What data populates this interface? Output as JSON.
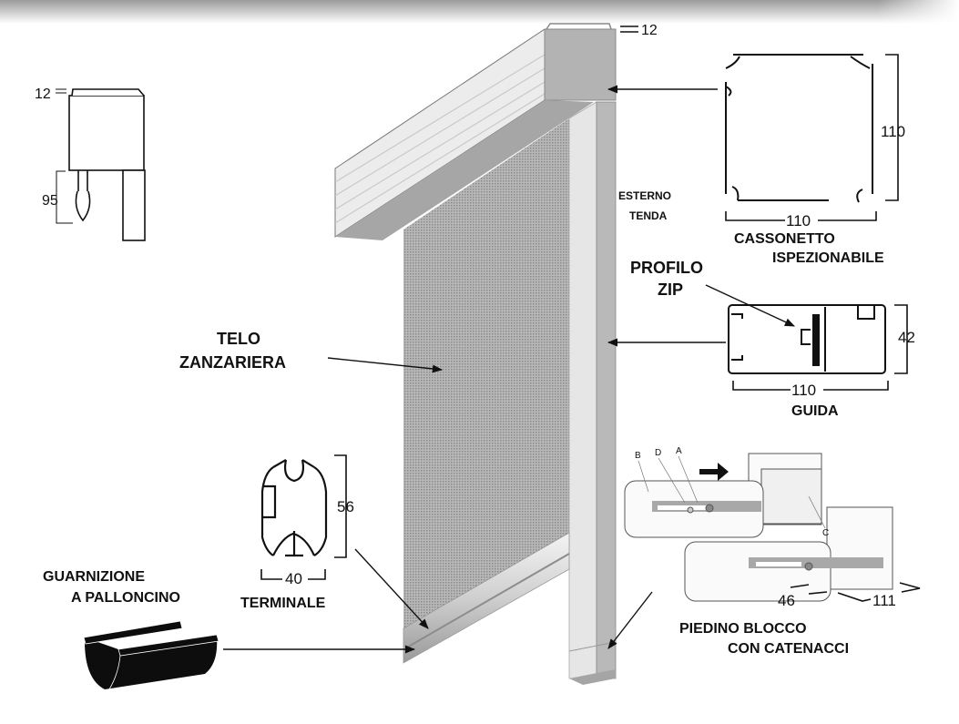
{
  "diagram": {
    "type": "technical product diagram",
    "subject": "zip roller mosquito screen assembly",
    "colors": {
      "line": "#111111",
      "frame_light": "#ececec",
      "frame_mid": "#c8c8c8",
      "frame_dark": "#a9a9a9",
      "mesh": "#9e9e9e"
    },
    "side_section": {
      "dim_top": "12",
      "dim_height": "95"
    },
    "box_top_dim": "12",
    "labels": {
      "esterno_tenda_1": "ESTERNO",
      "esterno_tenda_2": "TENDA",
      "telo_1": "TELO",
      "telo_2": "ZANZARIERA",
      "profilo_1": "PROFILO",
      "profilo_2": "ZIP",
      "guarnizione_1": "GUARNIZIONE",
      "guarnizione_2": "A PALLONCINO",
      "terminale": "TERMINALE",
      "cassonetto_1": "CASSONETTO",
      "cassonetto_2": "ISPEZIONABILE",
      "guida": "GUIDA",
      "piedino_1": "PIEDINO BLOCCO",
      "piedino_2": "CON CATENACCI"
    },
    "dimensions": {
      "cassonetto_height": "110",
      "cassonetto_width": "110",
      "guida_height": "42",
      "guida_width": "110",
      "terminale_height": "56",
      "terminale_width": "40",
      "piedino_a": "46",
      "piedino_b": "111"
    },
    "part_letters": [
      "B",
      "D",
      "A",
      "C"
    ]
  }
}
